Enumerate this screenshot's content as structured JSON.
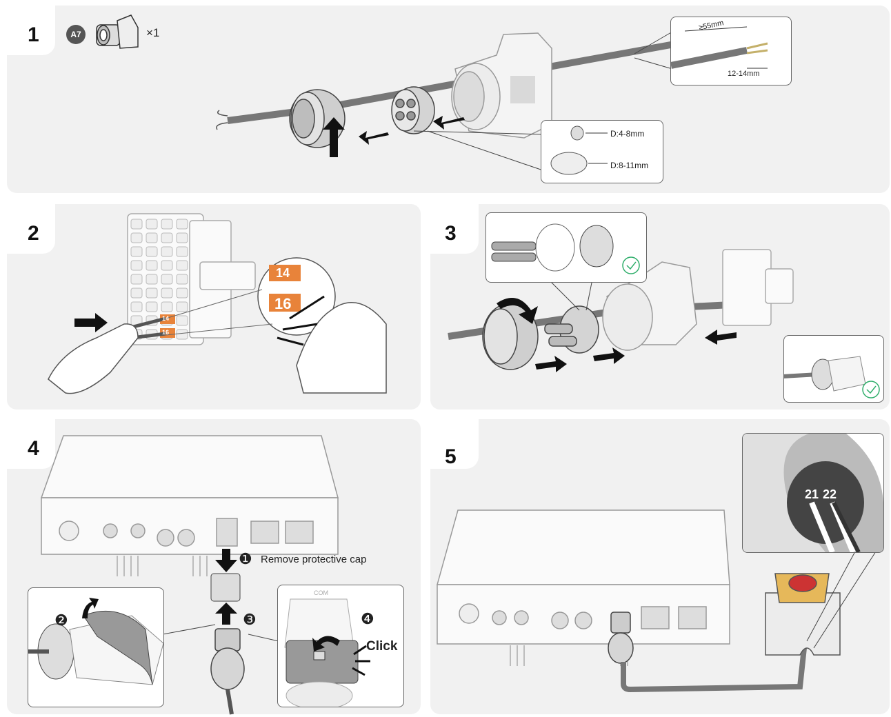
{
  "steps": {
    "s1": {
      "number": "1",
      "kit_badge": "A7",
      "kit_qty": "×1",
      "dim_strip_length": "≥55mm",
      "dim_strip_tip": "12-14mm",
      "seal_small": "D:4-8mm",
      "seal_large": "D:8-11mm"
    },
    "s2": {
      "number": "2",
      "terminal_top": "14",
      "terminal_bottom": "16",
      "terminal_top_small": "14",
      "terminal_bottom_small": "16"
    },
    "s3": {
      "number": "3"
    },
    "s4": {
      "number": "4",
      "step1_marker": "❶",
      "step1_text": "Remove protective cap",
      "step2_marker": "❷",
      "step3_marker": "❸",
      "step4_marker": "❹",
      "click_text": "Click",
      "port_label": "COM"
    },
    "s5": {
      "number": "5",
      "pin_a": "21",
      "pin_b": "22"
    }
  },
  "colors": {
    "panel_bg": "#f1f1f1",
    "accent_orange": "#e8833a",
    "check_green": "#2fae6b",
    "arrow_black": "#111111"
  }
}
